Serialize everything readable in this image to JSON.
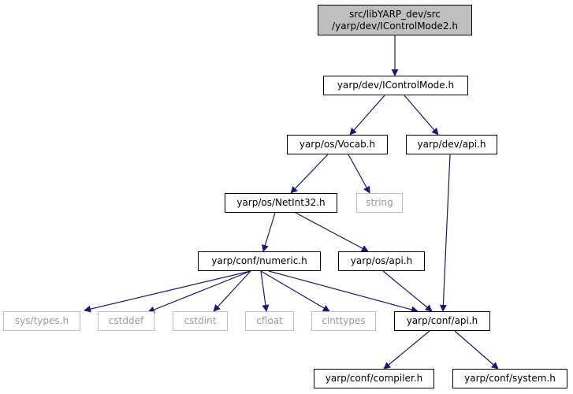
{
  "colors": {
    "edge": "#191970",
    "node_border": "#000000",
    "external_border": "#bfbfbf",
    "external_text": "#9a9a9a",
    "root_fill": "#bfbfbf"
  },
  "nodes": {
    "root_line1": "src/libYARP_dev/src",
    "root_line2": "/yarp/dev/IControlMode2.h",
    "icontrolmode": "yarp/dev/IControlMode.h",
    "vocab": "yarp/os/Vocab.h",
    "dev_api": "yarp/dev/api.h",
    "netint32": "yarp/os/NetInt32.h",
    "string": "string",
    "numeric": "yarp/conf/numeric.h",
    "os_api": "yarp/os/api.h",
    "sys_types": "sys/types.h",
    "cstddef": "cstddef",
    "cstdint": "cstdint",
    "cfloat": "cfloat",
    "cinttypes": "cinttypes",
    "conf_api": "yarp/conf/api.h",
    "compiler": "yarp/conf/compiler.h",
    "system": "yarp/conf/system.h"
  }
}
